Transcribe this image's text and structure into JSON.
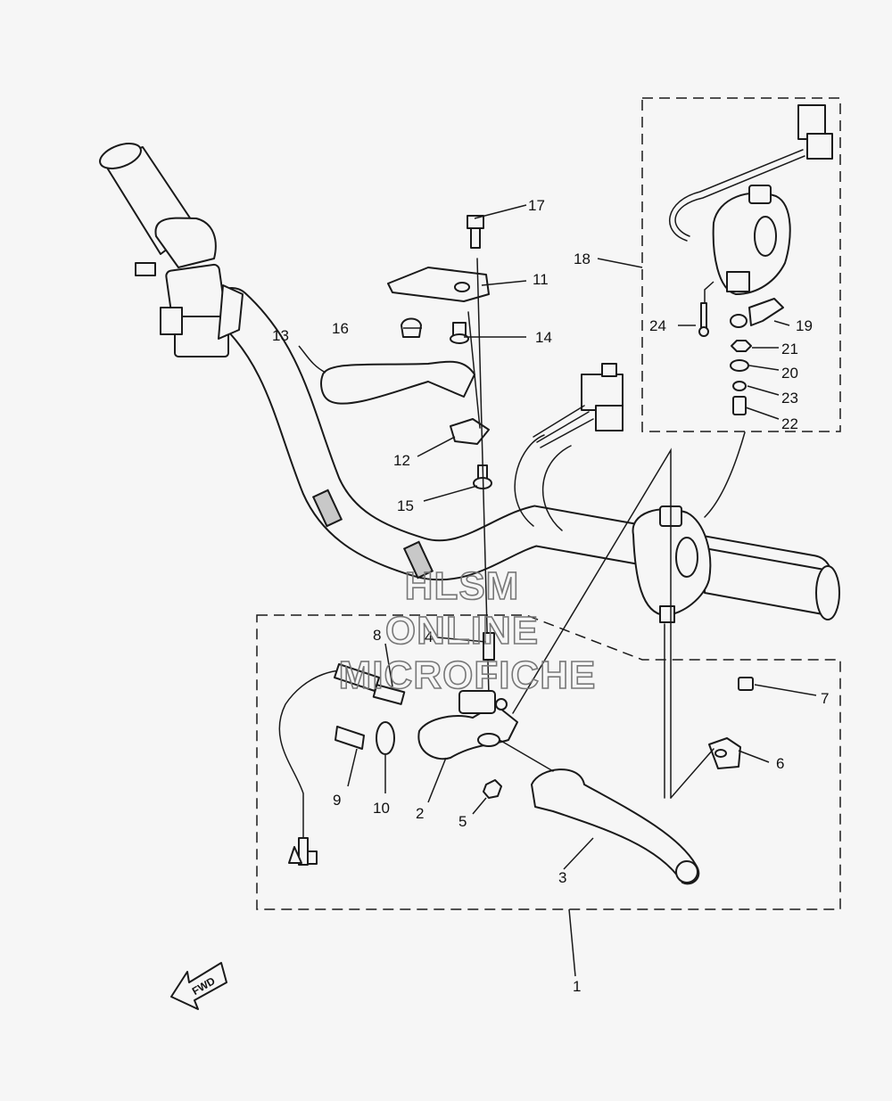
{
  "diagram": {
    "callouts": [
      "1",
      "2",
      "3",
      "4",
      "5",
      "6",
      "7",
      "8",
      "9",
      "10",
      "11",
      "12",
      "13",
      "14",
      "15",
      "16",
      "17",
      "18",
      "19",
      "20",
      "21",
      "22",
      "23",
      "24"
    ],
    "watermark": [
      "HLSM",
      "ONLINE",
      "MICROFICHE"
    ],
    "direction_label": "FWD"
  }
}
